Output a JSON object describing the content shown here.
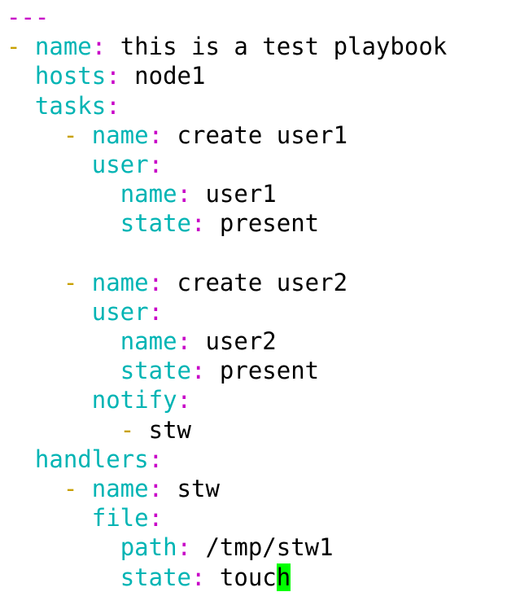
{
  "colors": {
    "background": "#ffffff",
    "doc_marker": "#c800c8",
    "list_dash": "#c8a000",
    "key": "#00b4b4",
    "colon": "#c800c8",
    "value": "#000000",
    "cursor": "#00ff00"
  },
  "editor": {
    "cursor": {
      "line": 19,
      "char": "h"
    },
    "lines": [
      [
        {
          "t": "---",
          "c": "doc_marker"
        }
      ],
      [
        {
          "t": "- ",
          "c": "list_dash"
        },
        {
          "t": "name",
          "c": "key"
        },
        {
          "t": ":",
          "c": "colon"
        },
        {
          "t": " this is a test playbook",
          "c": "value"
        }
      ],
      [
        {
          "t": "  "
        },
        {
          "t": "hosts",
          "c": "key"
        },
        {
          "t": ":",
          "c": "colon"
        },
        {
          "t": " node1",
          "c": "value"
        }
      ],
      [
        {
          "t": "  "
        },
        {
          "t": "tasks",
          "c": "key"
        },
        {
          "t": ":",
          "c": "colon"
        }
      ],
      [
        {
          "t": "    "
        },
        {
          "t": "- ",
          "c": "list_dash"
        },
        {
          "t": "name",
          "c": "key"
        },
        {
          "t": ":",
          "c": "colon"
        },
        {
          "t": " create user1",
          "c": "value"
        }
      ],
      [
        {
          "t": "      "
        },
        {
          "t": "user",
          "c": "key"
        },
        {
          "t": ":",
          "c": "colon"
        }
      ],
      [
        {
          "t": "        "
        },
        {
          "t": "name",
          "c": "key"
        },
        {
          "t": ":",
          "c": "colon"
        },
        {
          "t": " user1",
          "c": "value"
        }
      ],
      [
        {
          "t": "        "
        },
        {
          "t": "state",
          "c": "key"
        },
        {
          "t": ":",
          "c": "colon"
        },
        {
          "t": " present",
          "c": "value"
        }
      ],
      [],
      [
        {
          "t": "    "
        },
        {
          "t": "- ",
          "c": "list_dash"
        },
        {
          "t": "name",
          "c": "key"
        },
        {
          "t": ":",
          "c": "colon"
        },
        {
          "t": " create user2",
          "c": "value"
        }
      ],
      [
        {
          "t": "      "
        },
        {
          "t": "user",
          "c": "key"
        },
        {
          "t": ":",
          "c": "colon"
        }
      ],
      [
        {
          "t": "        "
        },
        {
          "t": "name",
          "c": "key"
        },
        {
          "t": ":",
          "c": "colon"
        },
        {
          "t": " user2",
          "c": "value"
        }
      ],
      [
        {
          "t": "        "
        },
        {
          "t": "state",
          "c": "key"
        },
        {
          "t": ":",
          "c": "colon"
        },
        {
          "t": " present",
          "c": "value"
        }
      ],
      [
        {
          "t": "      "
        },
        {
          "t": "notify",
          "c": "key"
        },
        {
          "t": ":",
          "c": "colon"
        }
      ],
      [
        {
          "t": "        "
        },
        {
          "t": "- ",
          "c": "list_dash"
        },
        {
          "t": "stw",
          "c": "value"
        }
      ],
      [
        {
          "t": "  "
        },
        {
          "t": "handlers",
          "c": "key"
        },
        {
          "t": ":",
          "c": "colon"
        }
      ],
      [
        {
          "t": "    "
        },
        {
          "t": "- ",
          "c": "list_dash"
        },
        {
          "t": "name",
          "c": "key"
        },
        {
          "t": ":",
          "c": "colon"
        },
        {
          "t": " stw",
          "c": "value"
        }
      ],
      [
        {
          "t": "      "
        },
        {
          "t": "file",
          "c": "key"
        },
        {
          "t": ":",
          "c": "colon"
        }
      ],
      [
        {
          "t": "        "
        },
        {
          "t": "path",
          "c": "key"
        },
        {
          "t": ":",
          "c": "colon"
        },
        {
          "t": " /tmp/stw1",
          "c": "value"
        }
      ],
      [
        {
          "t": "        "
        },
        {
          "t": "state",
          "c": "key"
        },
        {
          "t": ":",
          "c": "colon"
        },
        {
          "t": " touc",
          "c": "value"
        },
        {
          "t": "h",
          "c": "value",
          "cursor": true
        }
      ]
    ]
  }
}
